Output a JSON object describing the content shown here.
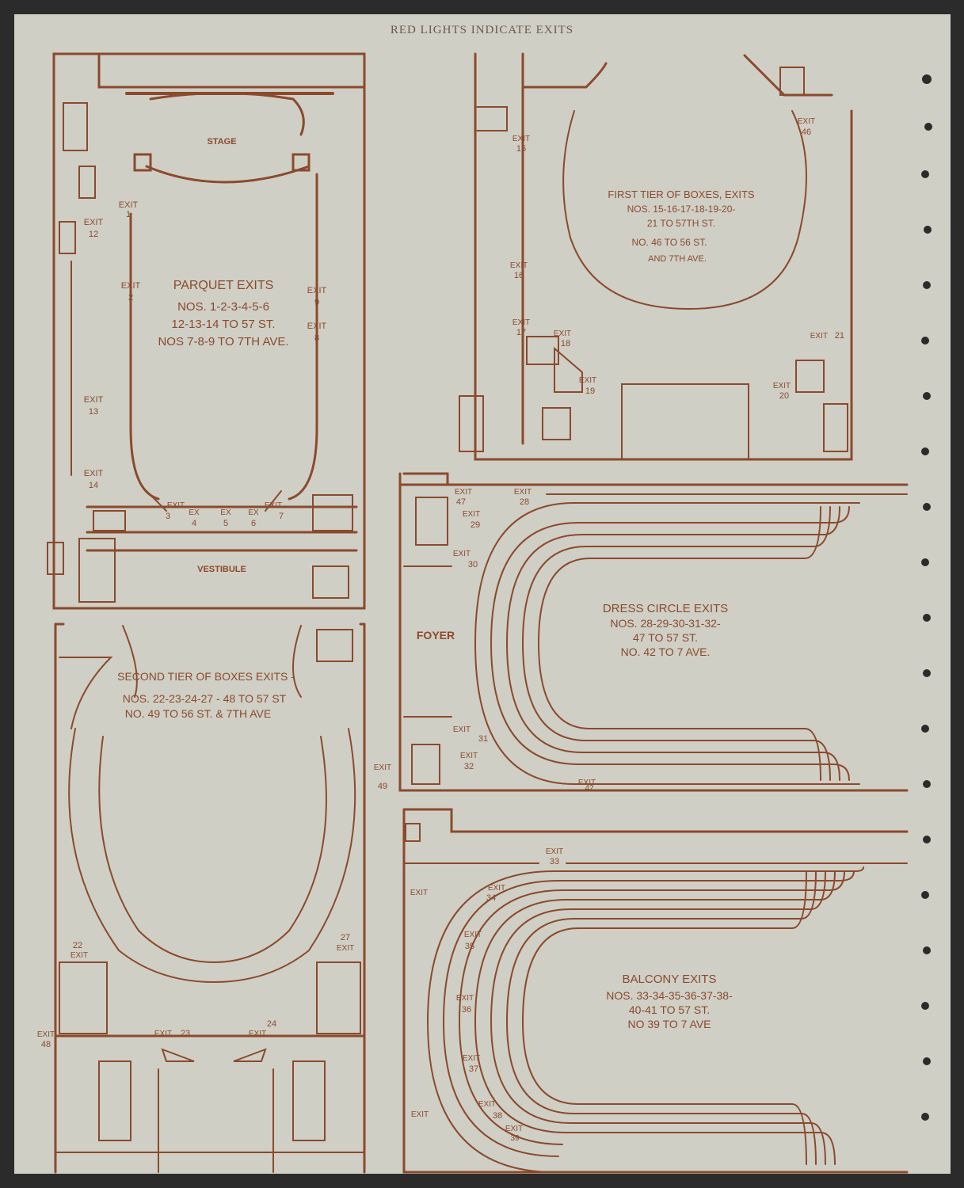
{
  "header": "RED LIGHTS INDICATE EXITS",
  "colors": {
    "ink": "#8b4a2b",
    "paper": "#cfcfc6",
    "background": "#2b2b2b"
  },
  "parquet": {
    "stage": "STAGE",
    "vestibule": "VESTIBULE",
    "title": "PARQUET EXITS",
    "line1": "NOS. 1-2-3-4-5-6",
    "line2": "12-13-14 TO 57 ST.",
    "line3": "NOS 7-8-9 TO 7TH AVE.",
    "exits": [
      {
        "t": "EXIT",
        "n": "1"
      },
      {
        "t": "EXIT",
        "n": "2"
      },
      {
        "t": "EXIT",
        "n": "3"
      },
      {
        "t": "EX",
        "n": "4"
      },
      {
        "t": "EX",
        "n": "5"
      },
      {
        "t": "EX",
        "n": "6"
      },
      {
        "t": "EXIT",
        "n": "7"
      },
      {
        "t": "EXIT",
        "n": "8"
      },
      {
        "t": "EXIT",
        "n": "9"
      },
      {
        "t": "EXIT",
        "n": "12"
      },
      {
        "t": "EXIT",
        "n": "13"
      },
      {
        "t": "EXIT",
        "n": "14"
      }
    ]
  },
  "first_tier": {
    "title": "FIRST TIER OF BOXES, EXITS",
    "line1": "NOS. 15-16-17-18-19-20-",
    "line2": "21 TO 57TH ST.",
    "line3": "NO. 46 TO 56 ST.",
    "line4": "AND 7TH AVE.",
    "exits": [
      {
        "t": "EXIT",
        "n": "15"
      },
      {
        "t": "EXIT",
        "n": "16"
      },
      {
        "t": "EXIT",
        "n": "17"
      },
      {
        "t": "EXIT",
        "n": "18"
      },
      {
        "t": "EXIT",
        "n": "19"
      },
      {
        "t": "EXIT",
        "n": "20"
      },
      {
        "t": "EXIT",
        "n": "21"
      },
      {
        "t": "EXIT",
        "n": "46"
      }
    ]
  },
  "dress_circle": {
    "foyer": "FOYER",
    "title": "DRESS CIRCLE EXITS",
    "line1": "NOS. 28-29-30-31-32-",
    "line2": "47 TO 57 ST.",
    "line3": "NO. 42 TO 7 AVE.",
    "exits": [
      {
        "t": "EXIT",
        "n": "47"
      },
      {
        "t": "EXIT",
        "n": "28"
      },
      {
        "t": "EXIT",
        "n": "29"
      },
      {
        "t": "EXIT",
        "n": "30"
      },
      {
        "t": "EXIT",
        "n": "31"
      },
      {
        "t": "EXIT",
        "n": "32"
      },
      {
        "t": "EXIT",
        "n": "42"
      }
    ]
  },
  "second_tier": {
    "title": "SECOND TIER OF BOXES EXITS -",
    "line1": "NOS. 22-23-24-27 - 48 TO 57 ST",
    "line2": "NO. 49 TO 56 ST. & 7TH AVE",
    "exits": [
      {
        "t": "EXIT",
        "n": "22"
      },
      {
        "t": "EXIT",
        "n": "23"
      },
      {
        "t": "EXIT",
        "n": "24"
      },
      {
        "t": "EXIT",
        "n": "27"
      },
      {
        "t": "EXIT",
        "n": "48"
      },
      {
        "t": "EXIT",
        "n": "49"
      }
    ]
  },
  "balcony": {
    "title": "BALCONY EXITS",
    "line1": "NOS. 33-34-35-36-37-38-",
    "line2": "40-41 TO 57 ST.",
    "line3": "NO 39 TO 7 AVE",
    "exits": [
      {
        "t": "EXIT",
        "n": "33"
      },
      {
        "t": "EXIT",
        "n": "34"
      },
      {
        "t": "EXIT",
        "n": "35"
      },
      {
        "t": "EXIT",
        "n": "36"
      },
      {
        "t": "EXIT",
        "n": "37"
      },
      {
        "t": "EXIT",
        "n": "38"
      },
      {
        "t": "EXIT",
        "n": "39"
      },
      {
        "t": "EXIT",
        "n": ""
      },
      {
        "t": "EXIT",
        "n": ""
      }
    ]
  }
}
